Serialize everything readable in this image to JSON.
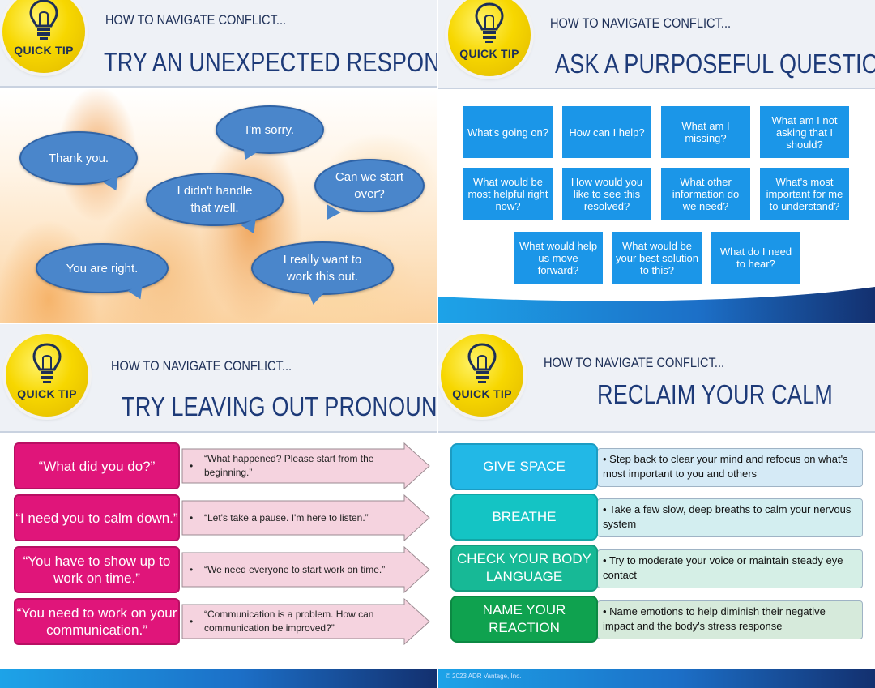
{
  "badge_text": "QUICK TIP",
  "series_kicker": "HOW TO NAVIGATE CONFLICT...",
  "panels": {
    "unexpected": {
      "title": "TRY AN UNEXPECTED RESPONSE",
      "bubbles": [
        "Thank you.",
        "I'm sorry.",
        "Can we start over?",
        "I didn't handle that well.",
        "You are right.",
        "I really want to work this out."
      ]
    },
    "question": {
      "title": "ASK A PURPOSEFUL QUESTION",
      "questions": [
        "What's going on?",
        "How can I help?",
        "What am I missing?",
        "What am I not asking that I should?",
        "What would be most helpful right now?",
        "How would you like to see this resolved?",
        "What other information do we need?",
        "What's most important for me to understand?",
        "What would help us move forward?",
        "What would be your best solution to this?",
        "What do I need to hear?"
      ]
    },
    "pronouns": {
      "title": "TRY LEAVING OUT PRONOUNS",
      "rows": [
        {
          "before": "“What did you do?”",
          "after": "“What happened? Please start from the beginning.”"
        },
        {
          "before": "“I need you to calm down.”",
          "after": "“Let's take a pause. I'm here to listen.”"
        },
        {
          "before": "“You have to show up to work on time.”",
          "after": "“We need everyone to start work on time.”"
        },
        {
          "before": "“You need to work on your communication.”",
          "after": "“Communication is a problem. How can communication be improved?”"
        }
      ]
    },
    "calm": {
      "title": "RECLAIM YOUR CALM",
      "rows": [
        {
          "label": "GIVE SPACE",
          "text": "Step back to clear your mind and refocus on what's most important to you and others",
          "color": "#22b8e6"
        },
        {
          "label": "BREATHE",
          "text": "Take a few slow, deep breaths to calm your nervous system",
          "color": "#14c4c4"
        },
        {
          "label": "CHECK YOUR BODY LANGUAGE",
          "text": "Try to moderate your voice or maintain steady eye contact",
          "color": "#17b996"
        },
        {
          "label": "NAME YOUR REACTION",
          "text": "Name emotions to help diminish their negative impact and the body's stress response",
          "color": "#0fa24f"
        }
      ],
      "copyright": "© 2023 ADR Vantage, Inc."
    }
  },
  "colors": {
    "title_navy": "#1d3a78",
    "bubble_blue": "#4a86cb",
    "question_blue": "#1b96e8",
    "pronoun_pink": "#e0157a",
    "arrow_pink": "#f5d3df"
  },
  "icons": [
    "lightbulb-icon",
    "bullet-icon",
    "arrow-shape"
  ]
}
